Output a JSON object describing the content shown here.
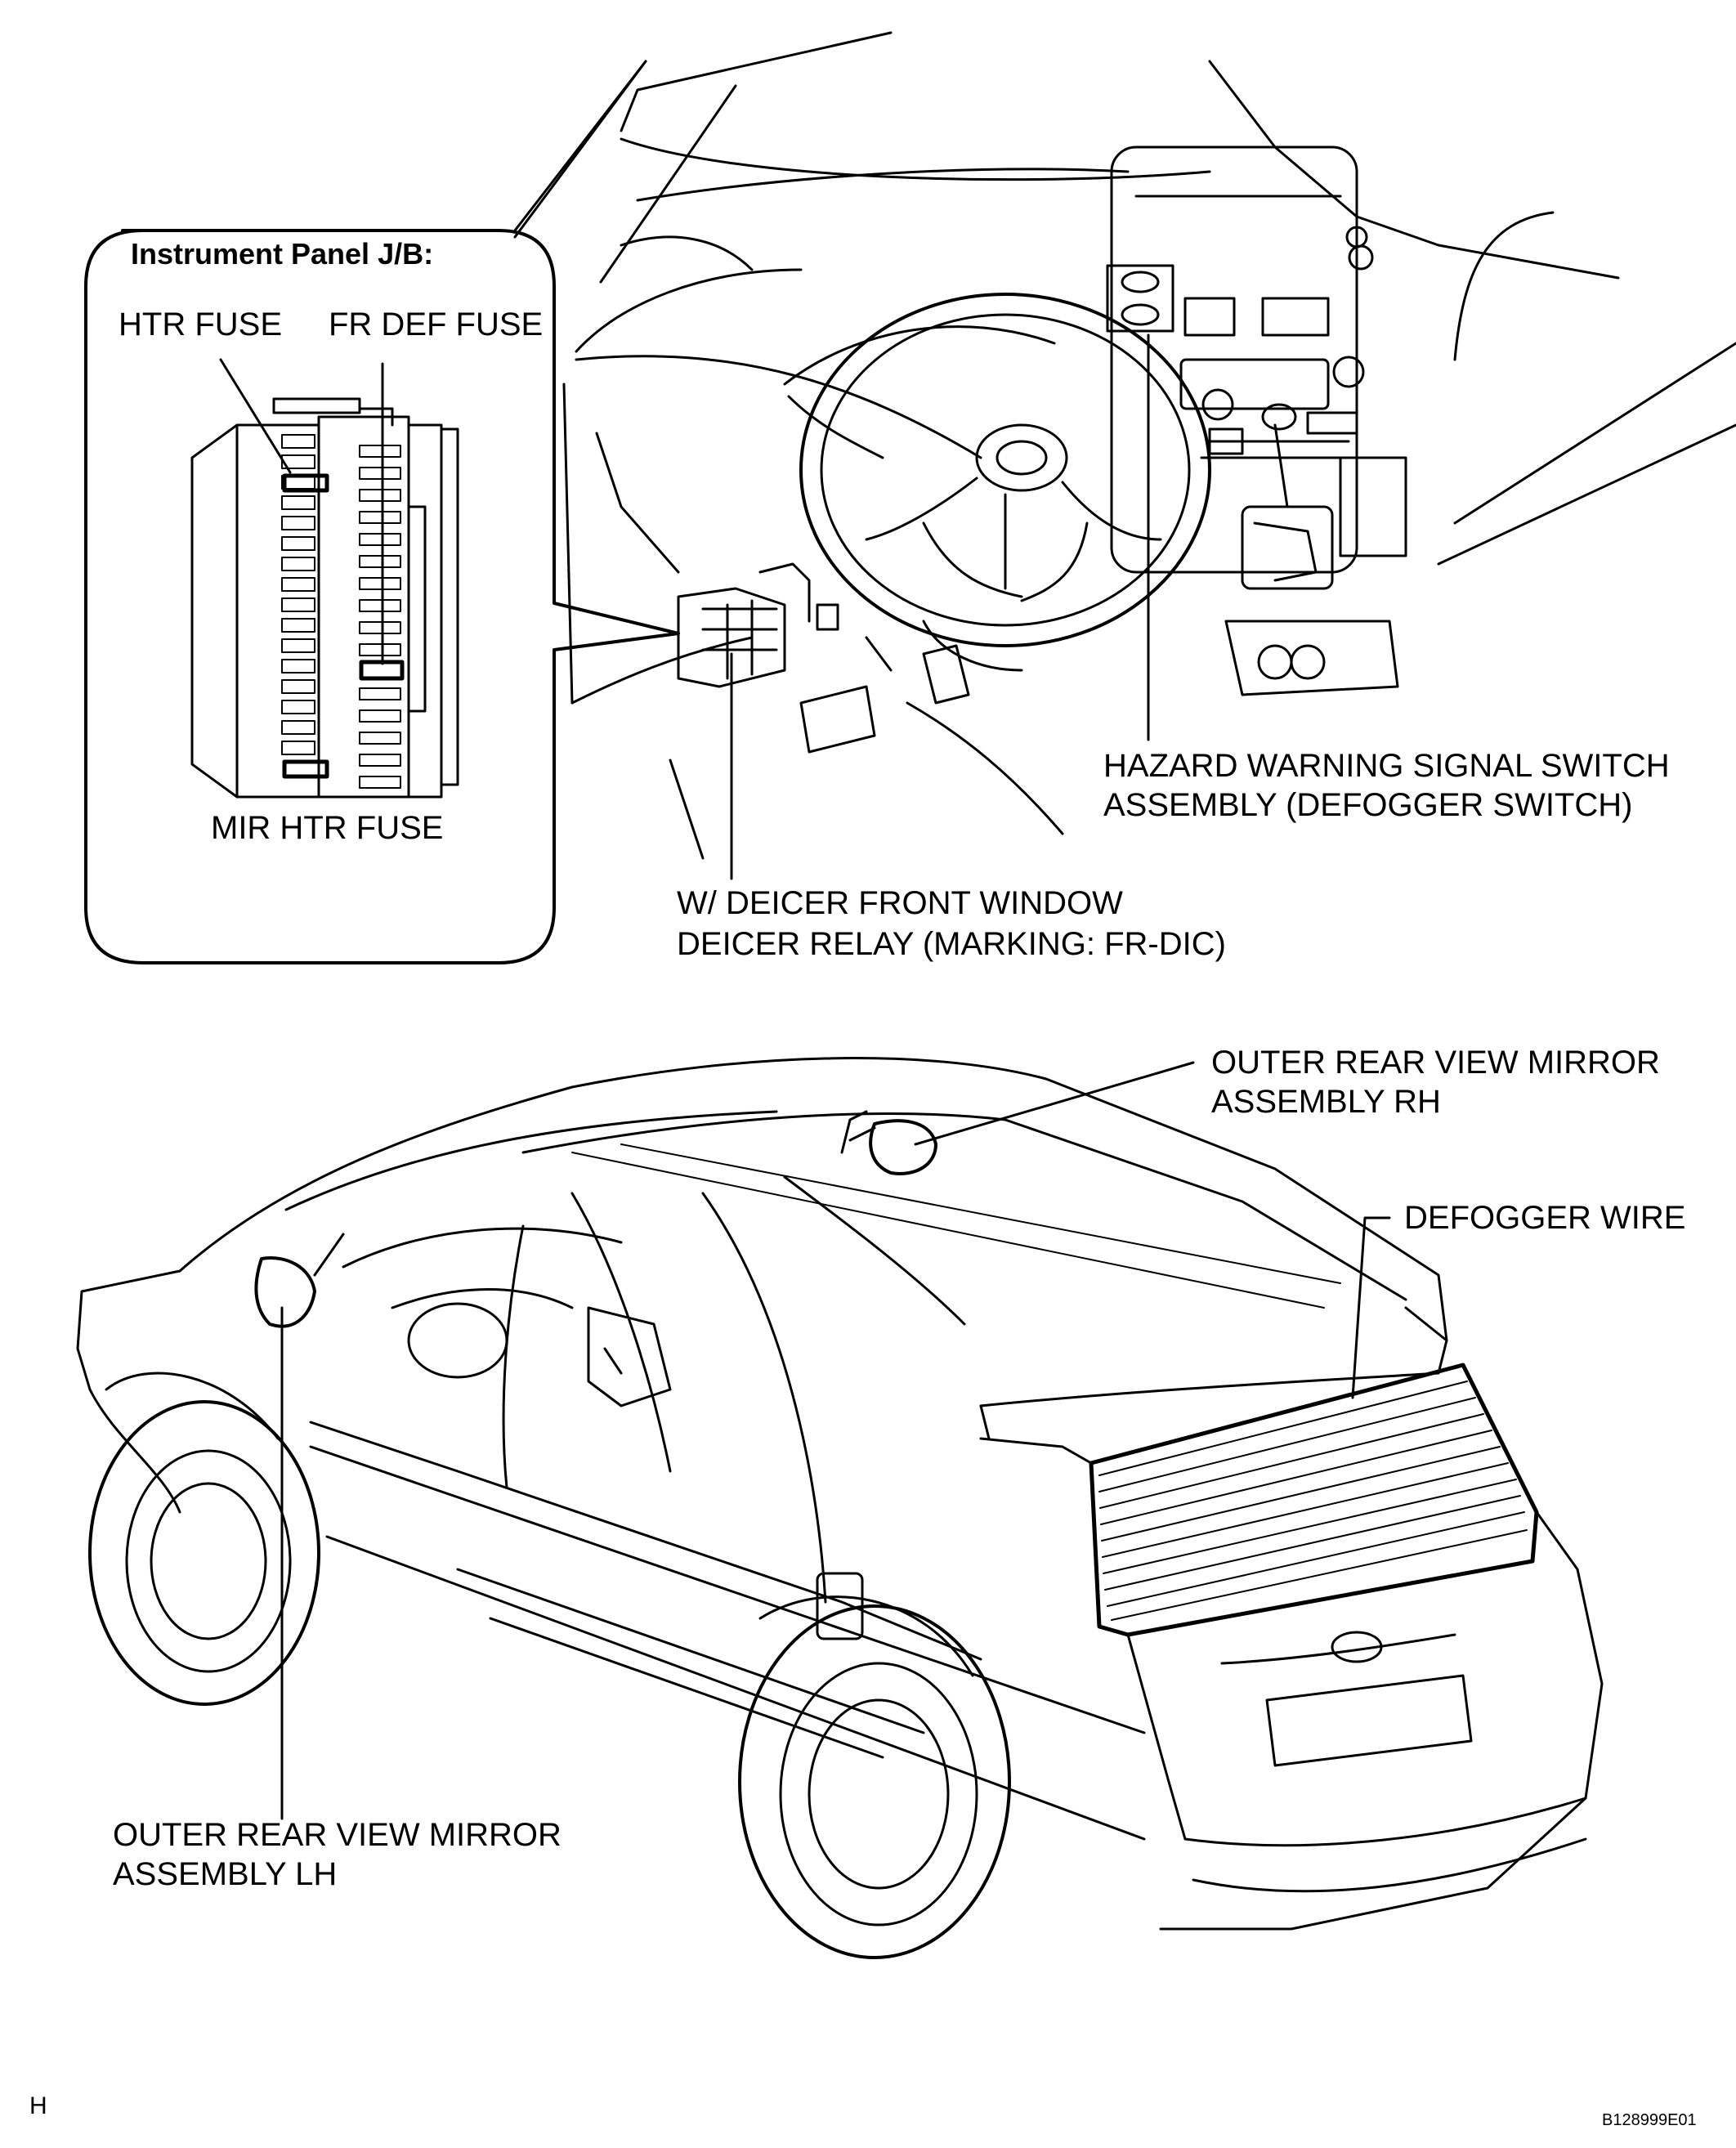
{
  "inset": {
    "title": "Instrument Panel J/B:",
    "htr_fuse": "HTR FUSE",
    "fr_def_fuse": "FR DEF FUSE",
    "mir_htr_fuse": "MIR HTR FUSE"
  },
  "labels": {
    "hazard_line1": "HAZARD WARNING SIGNAL SWITCH",
    "hazard_line2": "ASSEMBLY (DEFOGGER SWITCH)",
    "deicer_line1": "W/ DEICER FRONT WINDOW",
    "deicer_line2": "DEICER RELAY (MARKING: FR-DIC)",
    "mirror_rh_line1": "OUTER REAR VIEW MIRROR",
    "mirror_rh_line2": "ASSEMBLY RH",
    "defogger_wire": "DEFOGGER WIRE",
    "mirror_lh_line1": "OUTER REAR VIEW MIRROR",
    "mirror_lh_line2": "ASSEMBLY LH"
  },
  "footer": {
    "left_mark": "H",
    "figure_id": "B128999E01"
  }
}
